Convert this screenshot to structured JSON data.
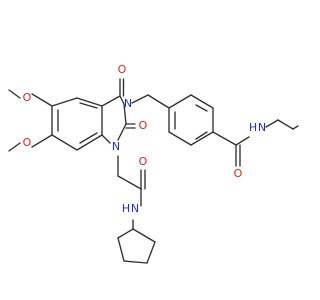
{
  "molecule": {
    "atoms": {
      "o_methoxy_top": "O",
      "o_methoxy_bottom": "O",
      "o_carbonyl_c4": "O",
      "o_carbonyl_c2": "O",
      "o_amide_acetyl": "O",
      "o_amide_benzoyl": "O",
      "n3": "N",
      "n1": "N",
      "nh_acetamide": "N",
      "nh_acetamide_h": "H",
      "nh_benzamide": "N",
      "nh_benzamide_h": "H"
    }
  },
  "colors": {
    "bond": "#303030",
    "oxygen": "#e2231a",
    "nitrogen": "#1f2fd6",
    "background": "#ffffff"
  }
}
